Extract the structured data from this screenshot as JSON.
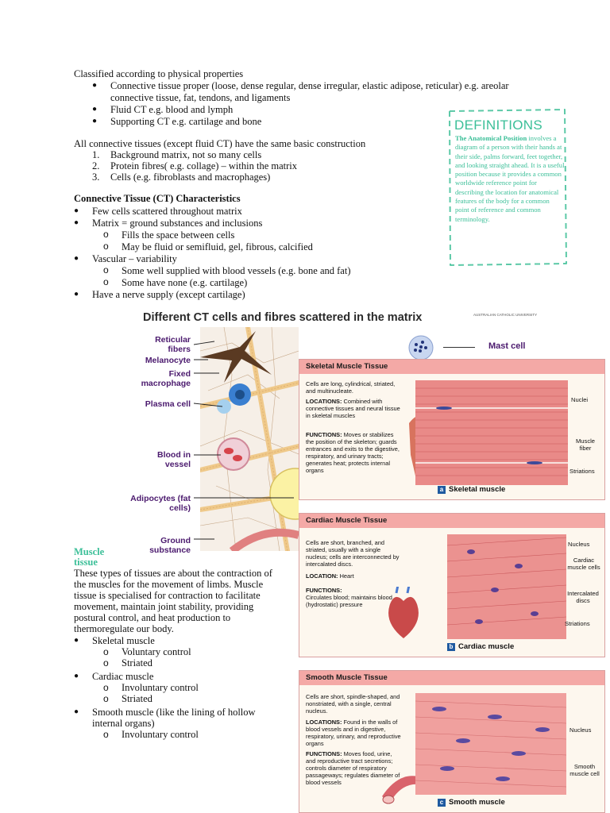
{
  "section1": {
    "intro": "Classified according to physical properties",
    "bullets": [
      "Connective tissue proper (loose, dense regular, dense irregular, elastic adipose, reticular) e.g. areolar",
      "connective tissue, fat, tendons, and ligaments",
      "Fluid CT e.g. blood and lymph",
      "Supporting CT e.g. cartilage and bone"
    ]
  },
  "section2": {
    "intro": "All connective tissues (except fluid CT) have the same basic construction",
    "items": [
      {
        "num": "1.",
        "text": "Background matrix, not so many cells"
      },
      {
        "num": "2.",
        "text": "Protein fibres( e.g. collage) – within the matrix"
      },
      {
        "num": "3.",
        "text": "Cells (e.g. fibroblasts and macrophages)"
      }
    ]
  },
  "section3": {
    "heading": "Connective Tissue (CT) Characteristics",
    "lines": [
      "Few cells scattered throughout matrix",
      "Matrix = ground substances and inclusions",
      "Fills the space between cells",
      "May be fluid or semifluid, gel, fibrous, calcified",
      "Vascular – variability",
      "Some well supplied with blood vessels (e.g. bone and fat)",
      "Some have none (e.g. cartilage)",
      "Have a nerve supply (except cartilage)"
    ]
  },
  "definitions": {
    "title": "DEFINITIONS",
    "term": "The Anatomical Position",
    "body": "involves a diagram of a person with their hands at their side, palms forward, feet together, and looking straight ahead. It is a useful position because it provides a common worldwide reference point for describing the location for anatomical features of the body for a common point of reference and common terminology."
  },
  "ct_figure": {
    "title": "Different CT cells and fibres scattered in the matrix",
    "credit": "AUSTRALIAN CATHOLIC UNIVERSITY",
    "labels": [
      "Reticular fibers",
      "Melanocyte",
      "Fixed macrophage",
      "Plasma cell",
      "Blood in vessel",
      "Adipocytes (fat cells)",
      "Ground substance",
      "Mast cell"
    ]
  },
  "muscle_panels": {
    "skeletal": {
      "header": "Skeletal Muscle Tissue",
      "desc1": "Cells are long, cylindrical, striated, and multinucleate.",
      "loc_label": "LOCATIONS:",
      "loc": "Combined with connective tissues and neural tissue in skeletal muscles",
      "fn_label": "FUNCTIONS:",
      "fn": "Moves or stabilizes the position of the skeleton; guards entrances and exits to the digestive, respiratory, and urinary tracts; generates heat; protects internal organs",
      "labels": [
        "Nuclei",
        "Muscle fiber",
        "Striations"
      ],
      "caption_letter": "a",
      "caption": "Skeletal muscle"
    },
    "cardiac": {
      "header": "Cardiac Muscle Tissue",
      "desc1": "Cells are short, branched, and striated, usually with a single nucleus; cells are interconnected by intercalated discs.",
      "loc_label": "LOCATION:",
      "loc": "Heart",
      "fn_label": "FUNCTIONS:",
      "fn": "Circulates blood; maintains blood (hydrostatic) pressure",
      "labels": [
        "Nucleus",
        "Cardiac muscle cells",
        "Intercalated discs",
        "Striations"
      ],
      "caption_letter": "b",
      "caption": "Cardiac muscle"
    },
    "smooth": {
      "header": "Smooth Muscle Tissue",
      "desc1": "Cells are short, spindle-shaped, and nonstriated, with a single, central nucleus.",
      "loc_label": "LOCATIONS:",
      "loc": "Found in the walls of blood vessels and in digestive, respiratory, urinary, and reproductive organs",
      "fn_label": "FUNCTIONS:",
      "fn": "Moves food, urine, and reproductive tract secretions; controls diameter of respiratory passageways; regulates diameter of blood vessels",
      "labels": [
        "Nucleus",
        "Smooth muscle cell"
      ],
      "caption_letter": "c",
      "caption": "Smooth muscle"
    }
  },
  "muscle_section": {
    "heading_line1": "Muscle",
    "heading_line2": "tissue",
    "para": [
      "These types of tissues are about the contraction of",
      "the muscles for the movement of limbs. Muscle",
      "tissue is specialised for contraction to facilitate",
      "movement, maintain joint stability, providing",
      "postural control, and heat production to",
      "thermoregulate our body."
    ],
    "list": [
      "Skeletal muscle",
      "Voluntary control",
      "Striated",
      "Cardiac muscle",
      "Involuntary control",
      "Striated",
      "Smooth muscle (like the lining of hollow",
      "internal organs)",
      "Involuntary control"
    ]
  }
}
